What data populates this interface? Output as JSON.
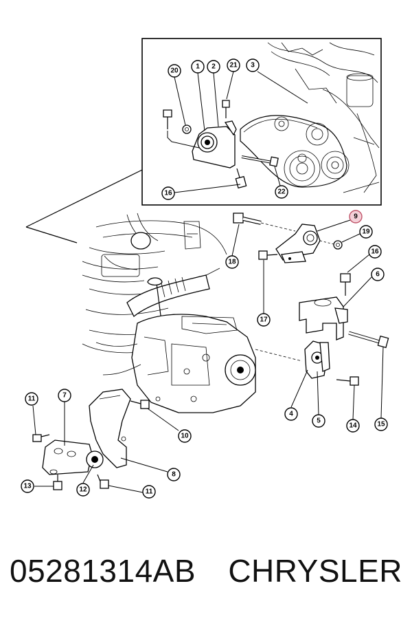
{
  "callouts": {
    "c1": "1",
    "c2": "2",
    "c3": "3",
    "c4": "4",
    "c5": "5",
    "c6": "6",
    "c7": "7",
    "c8": "8",
    "c9": "9",
    "c10": "10",
    "c11a": "11",
    "c11b": "11",
    "c12": "12",
    "c13": "13",
    "c14": "14",
    "c15": "15",
    "c16a": "16",
    "c16b": "16",
    "c17": "17",
    "c18": "18",
    "c19": "19",
    "c20": "20",
    "c21": "21",
    "c22": "22"
  },
  "highlight_color": "#f4d0d8",
  "caption": {
    "part_number": "05281314AB",
    "brand": "CHRYSLER"
  }
}
